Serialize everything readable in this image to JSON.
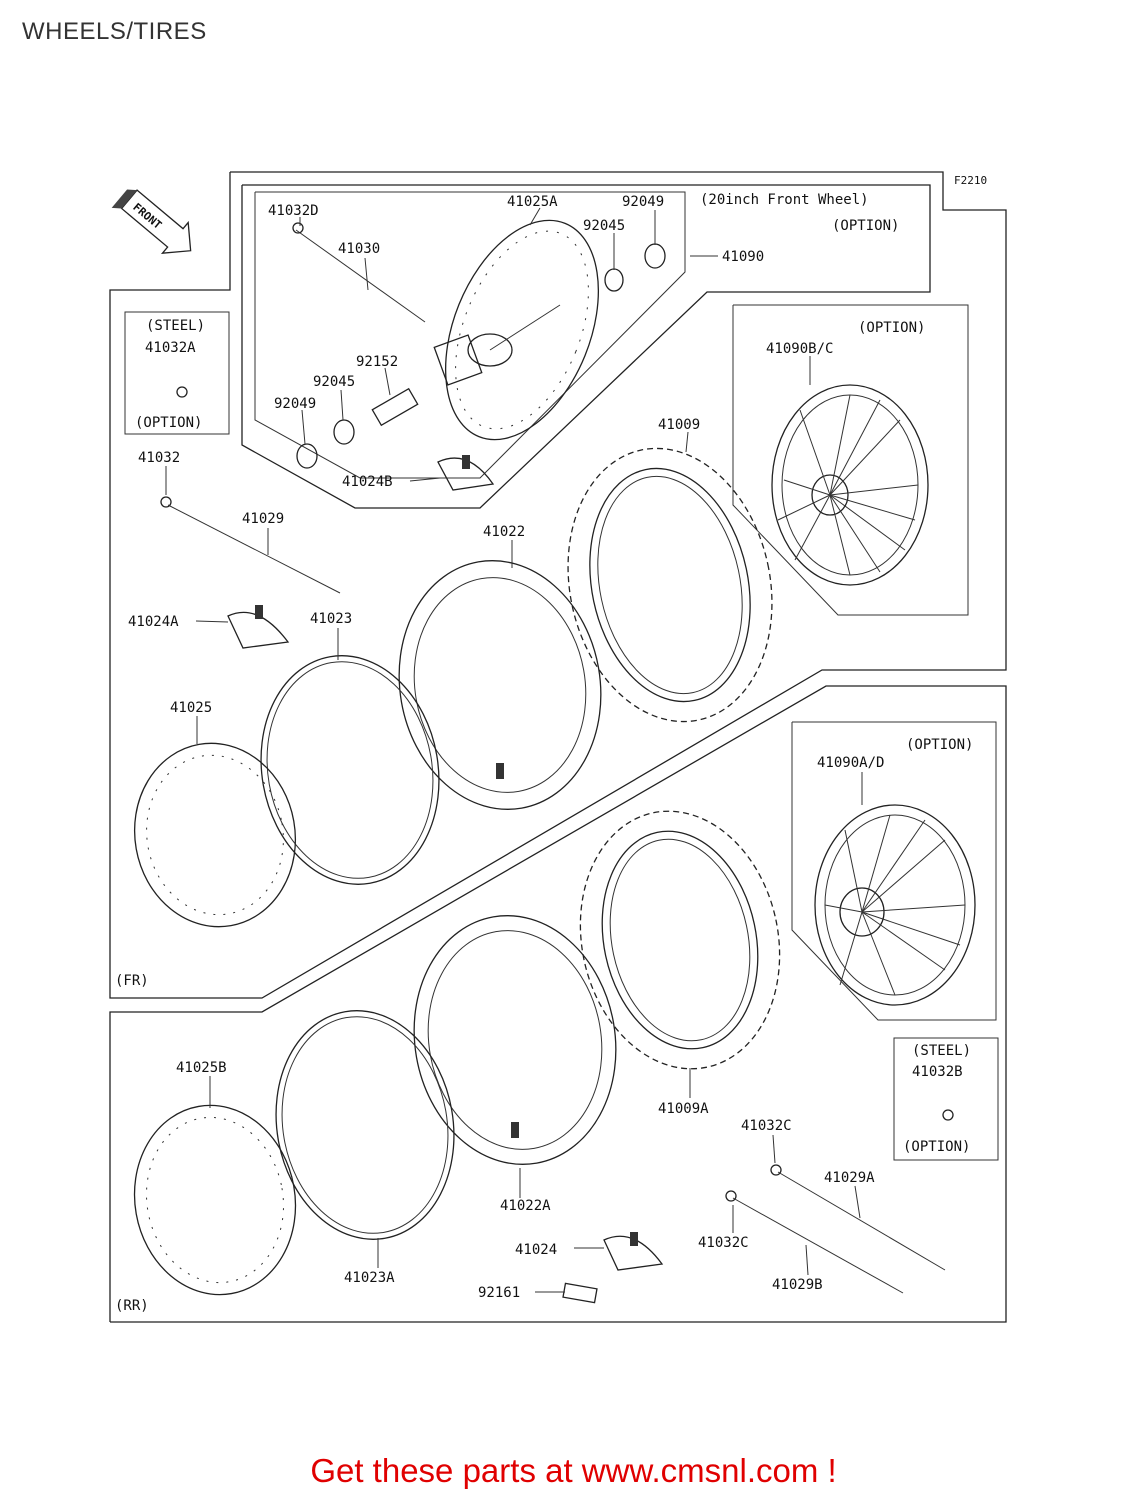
{
  "title": "WHEELS/TIRES",
  "figure_code": "F2210",
  "front_arrow": "FRONT",
  "front_wheel_option": {
    "line1": "(20inch Front Wheel)",
    "line2": "(OPTION)"
  },
  "option_label": "(OPTION)",
  "steel_label": "(STEEL)",
  "sections": {
    "front": "(FR)",
    "rear": "(RR)"
  },
  "parts": {
    "p41032D": "41032D",
    "p41030": "41030",
    "p41025A": "41025A",
    "p92049a": "92049",
    "p92045a": "92045",
    "p41090": "41090",
    "p92152": "92152",
    "p92045b": "92045",
    "p92049b": "92049",
    "p41024B": "41024B",
    "p41090BC": "41090B/C",
    "p41009": "41009",
    "p41032A": "41032A",
    "p41032": "41032",
    "p41029": "41029",
    "p41022": "41022",
    "p41024A": "41024A",
    "p41023": "41023",
    "p41025": "41025",
    "p41090AD": "41090A/D",
    "p41032B": "41032B",
    "p41025B": "41025B",
    "p41009A": "41009A",
    "p41032C1": "41032C",
    "p41029A": "41029A",
    "p41022A": "41022A",
    "p41024": "41024",
    "p41032C2": "41032C",
    "p41023A": "41023A",
    "p41029B": "41029B",
    "p92161": "92161"
  },
  "footer": "Get these parts at www.cmsnl.com !",
  "colors": {
    "footer": "#e00000",
    "lines": "#222222"
  }
}
